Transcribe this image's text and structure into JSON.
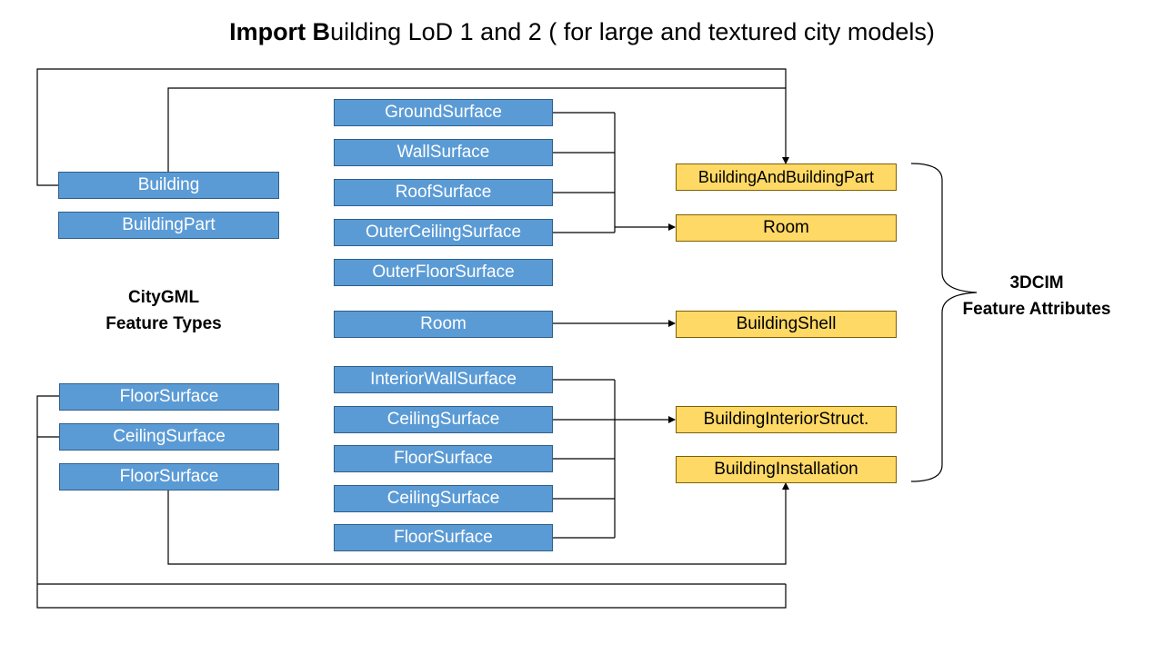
{
  "title": {
    "bold_part_1": "Import B",
    "regular_part": "uilding LoD 1 and 2 ( for large and textured city models)"
  },
  "left_top": {
    "building": "Building",
    "building_part": "BuildingPart"
  },
  "left_caption": {
    "line1": "CityGML",
    "line2": "Feature Types"
  },
  "left_bottom": {
    "floor_surface_1": "FloorSurface",
    "ceiling_surface": "CeilingSurface",
    "floor_surface_2": "FloorSurface"
  },
  "middle_top": [
    "GroundSurface",
    "WallSurface",
    "RoofSurface",
    "OuterCeilingSurface",
    "OuterFloorSurface"
  ],
  "middle_room": "Room",
  "middle_bottom": [
    "InteriorWallSurface",
    "CeilingSurface",
    "FloorSurface",
    "CeilingSurface",
    "FloorSurface"
  ],
  "right": {
    "building_and_building_part": "BuildingAndBuildingPart",
    "room": "Room",
    "building_shell": "BuildingShell",
    "building_interior_struct": "BuildingInteriorStruct.",
    "building_installation": "BuildingInstallation"
  },
  "right_caption": {
    "line1": "3DCIM",
    "line2": "Feature Attributes"
  },
  "colors": {
    "blue_box": "#5b9bd5",
    "yellow_box": "#ffd966",
    "line": "#000000"
  }
}
